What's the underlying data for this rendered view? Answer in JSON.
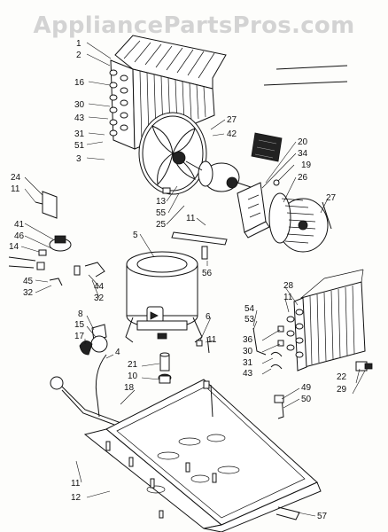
{
  "watermark": "AppliancePartsPros.com",
  "parts": [
    {
      "id": "p1",
      "text": "1"
    },
    {
      "id": "p2",
      "text": "2"
    },
    {
      "id": "p16",
      "text": "16"
    },
    {
      "id": "p30a",
      "text": "30"
    },
    {
      "id": "p43a",
      "text": "43"
    },
    {
      "id": "p31a",
      "text": "31"
    },
    {
      "id": "p51",
      "text": "51"
    },
    {
      "id": "p3",
      "text": "3"
    },
    {
      "id": "p27a",
      "text": "27"
    },
    {
      "id": "p42",
      "text": "42"
    },
    {
      "id": "p20",
      "text": "20"
    },
    {
      "id": "p34",
      "text": "34"
    },
    {
      "id": "p19",
      "text": "19"
    },
    {
      "id": "p26",
      "text": "26"
    },
    {
      "id": "p27b",
      "text": "27"
    },
    {
      "id": "p13",
      "text": "13"
    },
    {
      "id": "p55",
      "text": "55"
    },
    {
      "id": "p25",
      "text": "25"
    },
    {
      "id": "p11a",
      "text": "11"
    },
    {
      "id": "p5",
      "text": "5"
    },
    {
      "id": "p24",
      "text": "24"
    },
    {
      "id": "p11b",
      "text": "11"
    },
    {
      "id": "p41",
      "text": "41"
    },
    {
      "id": "p46",
      "text": "46"
    },
    {
      "id": "p14",
      "text": "14"
    },
    {
      "id": "p45",
      "text": "45"
    },
    {
      "id": "p32a",
      "text": "32"
    },
    {
      "id": "p44",
      "text": "44"
    },
    {
      "id": "p32b",
      "text": "32"
    },
    {
      "id": "p56",
      "text": "56"
    },
    {
      "id": "p28",
      "text": "28"
    },
    {
      "id": "p11c",
      "text": "11"
    },
    {
      "id": "p54",
      "text": "54"
    },
    {
      "id": "p53",
      "text": "53"
    },
    {
      "id": "p8",
      "text": "8"
    },
    {
      "id": "p15",
      "text": "15"
    },
    {
      "id": "p17",
      "text": "17"
    },
    {
      "id": "p6",
      "text": "6"
    },
    {
      "id": "p11d",
      "text": "11"
    },
    {
      "id": "p36",
      "text": "36"
    },
    {
      "id": "p30b",
      "text": "30"
    },
    {
      "id": "p31b",
      "text": "31"
    },
    {
      "id": "p43b",
      "text": "43"
    },
    {
      "id": "p4",
      "text": "4"
    },
    {
      "id": "p21",
      "text": "21"
    },
    {
      "id": "p10",
      "text": "10"
    },
    {
      "id": "p18",
      "text": "18"
    },
    {
      "id": "p22",
      "text": "22"
    },
    {
      "id": "p29",
      "text": "29"
    },
    {
      "id": "p49",
      "text": "49"
    },
    {
      "id": "p50",
      "text": "50"
    },
    {
      "id": "p11e",
      "text": "11"
    },
    {
      "id": "p12",
      "text": "12"
    },
    {
      "id": "p57",
      "text": "57"
    }
  ]
}
